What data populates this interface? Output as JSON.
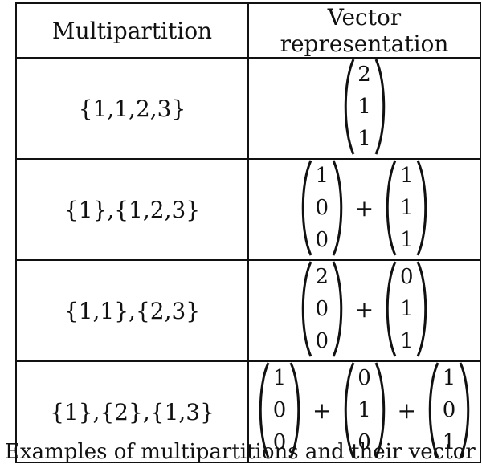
{
  "table": {
    "headers": [
      "Multipartition",
      "Vector representation"
    ],
    "rows": [
      {
        "multipartition": "{1,1,2,3}",
        "vectors": [
          [
            "2",
            "1",
            "1"
          ]
        ]
      },
      {
        "multipartition": "{1},{1,2,3}",
        "vectors": [
          [
            "1",
            "0",
            "0"
          ],
          [
            "1",
            "1",
            "1"
          ]
        ]
      },
      {
        "multipartition": "{1,1},{2,3}",
        "vectors": [
          [
            "2",
            "0",
            "0"
          ],
          [
            "0",
            "1",
            "1"
          ]
        ]
      },
      {
        "multipartition": "{1},{2},{1,3}",
        "vectors": [
          [
            "1",
            "0",
            "0"
          ],
          [
            "0",
            "1",
            "0"
          ],
          [
            "1",
            "0",
            "1"
          ]
        ]
      }
    ],
    "plus_symbol": "+"
  },
  "caption": "Examples of multipartitions and their vector"
}
